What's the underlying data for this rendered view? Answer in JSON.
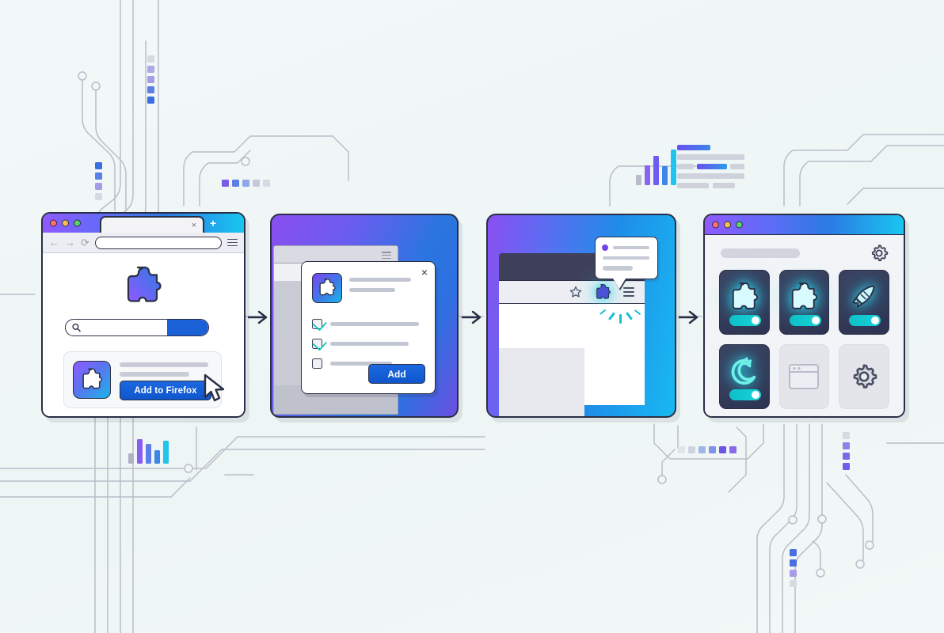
{
  "scene": {
    "title": "Firefox Extension Installation Flow Illustration",
    "background_color": "#f1f7f7",
    "accent_purple": "#9059ff",
    "accent_blue": "#1a62d8",
    "accent_cyan": "#19c6f0",
    "outline_color": "#2b2f45"
  },
  "panel1": {
    "name": "Addons store page",
    "traffic_lights": [
      "red",
      "yellow",
      "green"
    ],
    "tab_close_icon": "×",
    "new_tab_icon": "+",
    "nav": {
      "back_icon": "←",
      "forward_icon": "→",
      "reload_icon": "⟳",
      "url_value": "",
      "url_placeholder": "",
      "menu_icon": "hamburger-icon"
    },
    "search": {
      "icon": "search-icon",
      "value": "",
      "placeholder": "",
      "submit_label": ""
    },
    "hero_icon": "puzzle-piece-icon",
    "result_card": {
      "icon": "puzzle-piece-icon",
      "title_placeholder": "",
      "subtitle_placeholder": "",
      "add_button_label": "Add to Firefox"
    },
    "cursor_icon": "mouse-pointer-icon"
  },
  "panel2": {
    "name": "Permissions dialog",
    "dialog": {
      "close_icon": "×",
      "extension_icon": "puzzle-piece-icon",
      "title_placeholder": "",
      "subtitle_placeholder": "",
      "permissions": [
        {
          "checked": true,
          "label": ""
        },
        {
          "checked": true,
          "label": ""
        },
        {
          "checked": false,
          "label": ""
        }
      ],
      "add_button_label": "Add"
    }
  },
  "panel3": {
    "name": "Installed notification",
    "toolbar": {
      "bookmark_icon": "star-icon",
      "extension_icon": "puzzle-piece-icon",
      "menu_icon": "hamburger-icon"
    },
    "notification": {
      "status_dot_color": "#6f45e8",
      "line_1": "",
      "line_2": "",
      "line_3": ""
    },
    "sparkle_count": 4
  },
  "panel4": {
    "name": "Extensions manager",
    "traffic_lights": [
      "red",
      "yellow",
      "green"
    ],
    "search_value": "",
    "settings_icon": "gear-icon",
    "tiles": [
      {
        "icon": "puzzle-piece-icon",
        "state": "active",
        "toggle": "on"
      },
      {
        "icon": "puzzle-piece-icon",
        "state": "active",
        "toggle": "on"
      },
      {
        "icon": "rocket-icon",
        "state": "active",
        "toggle": "on"
      },
      {
        "icon": "firefox-icon",
        "state": "active",
        "toggle": "on"
      },
      {
        "icon": "window-icon",
        "state": "idle",
        "toggle": "off"
      },
      {
        "icon": "gear-icon",
        "state": "idle",
        "toggle": "off"
      }
    ]
  },
  "arrows": [
    {
      "name": "arrow-1-to-2",
      "glyph": "→"
    },
    {
      "name": "arrow-2-to-3",
      "glyph": "→"
    },
    {
      "name": "arrow-3-to-4",
      "glyph": "→"
    }
  ],
  "chart_data": [
    {
      "type": "bar",
      "name": "top-right-mini-bar-chart",
      "title": "",
      "xlabel": "",
      "ylabel": "",
      "categories": [
        "1",
        "2",
        "3",
        "4",
        "5"
      ],
      "values": [
        9,
        17,
        25,
        16,
        30
      ],
      "ylim": [
        0,
        32
      ],
      "grid": false,
      "legend": "none",
      "colors": [
        "#b9bcc7",
        "#8b63ef",
        "#6f5bf2",
        "#3b86e6",
        "#21c3ef"
      ]
    },
    {
      "type": "bar",
      "name": "bottom-left-mini-bar-chart",
      "title": "",
      "xlabel": "",
      "ylabel": "",
      "categories": [
        "1",
        "2",
        "3",
        "4",
        "5"
      ],
      "values": [
        10,
        24,
        19,
        13,
        22
      ],
      "ylim": [
        0,
        26
      ],
      "grid": false,
      "legend": "none",
      "colors": [
        "#b0b2c4",
        "#8b5cf0",
        "#5f7ced",
        "#3b86e6",
        "#21c3ef"
      ]
    }
  ],
  "decor": {
    "text_lines_top_right": [
      {
        "width": 42,
        "color": "#6a4ff0"
      },
      {
        "width": 85,
        "color": "#cfd2db"
      },
      {
        "width": 85,
        "color": "#cfd2db",
        "highlight": true
      },
      {
        "width": 85,
        "color": "#cfd2db"
      },
      {
        "width": 68,
        "color": "#cfd2db"
      }
    ],
    "square_strips": [
      {
        "name": "squares-top-left",
        "colors": [
          "#d7dae2",
          "#b0a7e6",
          "#a79ce6",
          "#5a80e6",
          "#3a6fe0"
        ]
      },
      {
        "name": "squares-mid-left",
        "colors": [
          "#3a6fe0",
          "#5a80e6",
          "#a79ce6",
          "#d7dae2"
        ]
      },
      {
        "name": "squares-top-mid",
        "colors": [
          "#7b5ce8",
          "#5a80e6",
          "#8fa7e8",
          "#c3c8da",
          "#d7dae2"
        ]
      },
      {
        "name": "squares-bottom-mid",
        "colors": [
          "#e2e4ea",
          "#cfd2e2",
          "#9fb6e8",
          "#7d93e8",
          "#6a55e6",
          "#8a6ae8"
        ]
      },
      {
        "name": "squares-right-upper",
        "colors": [
          "#d7dae2",
          "#8f7fe8",
          "#7b6ae8",
          "#6f5ce8"
        ]
      },
      {
        "name": "squares-right-lower",
        "colors": [
          "#4a6fe0",
          "#4a6fe0",
          "#a79ce6",
          "#d7dae2"
        ]
      }
    ]
  }
}
